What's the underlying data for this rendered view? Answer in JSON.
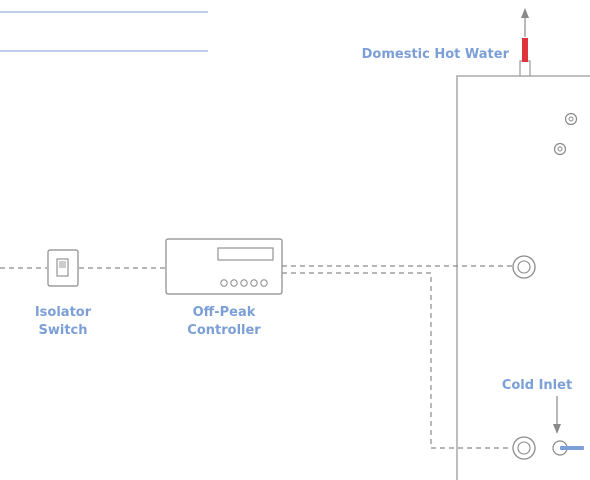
{
  "labels": {
    "domestic_hot_water": "Domestic Hot Water",
    "isolator_switch_line1": "Isolator",
    "isolator_switch_line2": "Switch",
    "off_peak_controller_line1": "Off-Peak",
    "off_peak_controller_line2": "Controller",
    "cold_inlet": "Cold Inlet"
  },
  "colors": {
    "label_text": "#7b9fd6",
    "divider_line": "#7b9fd6",
    "outline": "#9a9a9a",
    "wiring_dash": "#8a8a8a",
    "hot_water_pipe": "#e0343c",
    "cold_inlet_pipe": "#7b9fd6",
    "arrow": "#8a8a8a"
  },
  "icons": {
    "isolator_switch": "rocker-switch-icon",
    "off_peak_controller": "timer-controller-icon",
    "element_port": "element-port-icon",
    "sensor_port": "sensor-port-icon"
  }
}
